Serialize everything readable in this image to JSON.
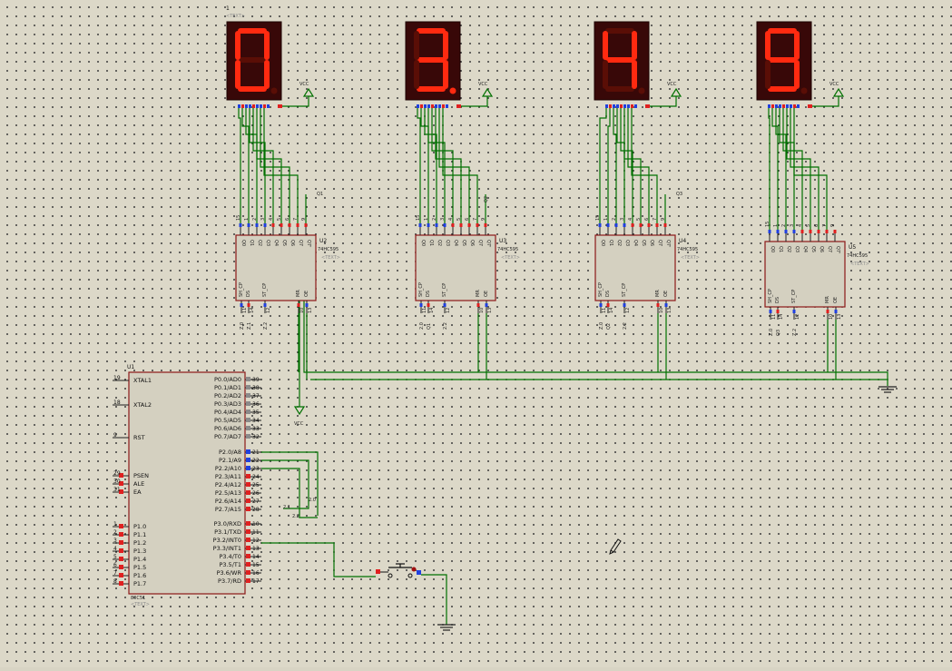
{
  "top_label": {
    "num": "1",
    "text": "<TEXT>"
  },
  "displays": [
    {
      "id": "D1",
      "digit": "0",
      "dot": false,
      "vcc": "VCC"
    },
    {
      "id": "D2",
      "digit": "3",
      "dot": true,
      "vcc": "VCC"
    },
    {
      "id": "D3",
      "digit": "4",
      "dot": false,
      "vcc": "VCC"
    },
    {
      "id": "D4",
      "digit": "9",
      "dot": false,
      "vcc": "VCC"
    }
  ],
  "shift_registers": [
    {
      "ref": "U2",
      "part": "74HC595",
      "text": "<TEXT>",
      "q_label": "Q1",
      "q_label_vertical": false,
      "top_pins": [
        "15",
        "1",
        "2",
        "3",
        "4",
        "5",
        "6",
        "7",
        "9"
      ],
      "out_labels": [
        "Q0",
        "Q1",
        "Q2",
        "Q3",
        "Q4",
        "Q5",
        "Q6",
        "Q7",
        "Q7'"
      ],
      "in_labels": [
        "SH_CP",
        "DS",
        "ST_CP",
        "MR",
        "OE"
      ],
      "bot_pins": [
        "11",
        "14",
        "12",
        "10",
        "13"
      ],
      "net_labels": [
        "Z.0",
        "Z.1",
        "Z.2"
      ]
    },
    {
      "ref": "U3",
      "part": "74HC595",
      "text": "<TEXT>",
      "q_label": "Q2",
      "q_label_vertical": true,
      "top_pins": [
        "15",
        "1",
        "2",
        "3",
        "4",
        "5",
        "6",
        "7",
        "9"
      ],
      "out_labels": [
        "Q0",
        "Q1",
        "Q2",
        "Q3",
        "Q4",
        "Q5",
        "Q6",
        "Q7",
        "Q7'"
      ],
      "in_labels": [
        "SH_CP",
        "DS",
        "ST_CP",
        "MR",
        "OE"
      ],
      "bot_pins": [
        "11",
        "14",
        "12",
        "10",
        "13"
      ],
      "net_labels": [
        "2.0",
        "Q1",
        "2.2"
      ]
    },
    {
      "ref": "U4",
      "part": "74HC595",
      "text": "<TEXT>",
      "q_label": "Q3",
      "q_label_vertical": false,
      "top_pins": [
        "15",
        "1",
        "2",
        "3",
        "4",
        "5",
        "6",
        "7",
        "9"
      ],
      "out_labels": [
        "Q0",
        "Q1",
        "Q2",
        "Q3",
        "Q4",
        "Q5",
        "Q6",
        "Q7",
        "Q7'"
      ],
      "in_labels": [
        "SH_CP",
        "DS",
        "ST_CP",
        "MR",
        "OE"
      ],
      "bot_pins": [
        "11",
        "14",
        "12",
        "10",
        "13"
      ],
      "net_labels": [
        "Z.0",
        "Q2",
        "2.2"
      ]
    },
    {
      "ref": "U5",
      "part": "74HC595",
      "text": "<TEXT>",
      "q_label": "",
      "q_label_vertical": false,
      "top_pins": [
        "15",
        "1",
        "2",
        "3",
        "4",
        "5",
        "6",
        "7",
        "9"
      ],
      "out_labels": [
        "Q0",
        "Q1",
        "Q2",
        "Q3",
        "Q4",
        "Q5",
        "Q6",
        "Q7",
        "Q7'"
      ],
      "in_labels": [
        "SH_CP",
        "DS",
        "ST_CP",
        "MR",
        "OE"
      ],
      "bot_pins": [
        "11",
        "14",
        "12",
        "10",
        "13"
      ],
      "net_labels": [
        "Z.0",
        "Q3",
        "Z.2"
      ]
    }
  ],
  "mcu": {
    "ref": "U1",
    "part": "80C51",
    "text": "<TEXT>",
    "left_pins": [
      {
        "num": "19",
        "name": "XTAL1"
      },
      {
        "num": "18",
        "name": "XTAL2"
      },
      {
        "num": "9",
        "name": "RST"
      },
      {
        "num": "29",
        "name": "PSEN"
      },
      {
        "num": "30",
        "name": "ALE"
      },
      {
        "num": "31",
        "name": "EA"
      },
      {
        "num": "1",
        "name": "P1.0"
      },
      {
        "num": "2",
        "name": "P1.1"
      },
      {
        "num": "3",
        "name": "P1.2"
      },
      {
        "num": "4",
        "name": "P1.3"
      },
      {
        "num": "5",
        "name": "P1.4"
      },
      {
        "num": "6",
        "name": "P1.5"
      },
      {
        "num": "7",
        "name": "P1.6"
      },
      {
        "num": "8",
        "name": "P1.7"
      }
    ],
    "right_pins": [
      {
        "num": "39",
        "name": "P0.0/AD0"
      },
      {
        "num": "38",
        "name": "P0.1/AD1"
      },
      {
        "num": "37",
        "name": "P0.2/AD2"
      },
      {
        "num": "36",
        "name": "P0.3/AD3"
      },
      {
        "num": "35",
        "name": "P0.4/AD4"
      },
      {
        "num": "34",
        "name": "P0.5/AD5"
      },
      {
        "num": "33",
        "name": "P0.6/AD6"
      },
      {
        "num": "32",
        "name": "P0.7/AD7"
      },
      {
        "num": "21",
        "name": "P2.0/A8"
      },
      {
        "num": "22",
        "name": "P2.1/A9"
      },
      {
        "num": "23",
        "name": "P2.2/A10"
      },
      {
        "num": "24",
        "name": "P2.3/A11"
      },
      {
        "num": "25",
        "name": "P2.4/A12"
      },
      {
        "num": "26",
        "name": "P2.5/A13"
      },
      {
        "num": "27",
        "name": "P2.6/A14"
      },
      {
        "num": "28",
        "name": "P2.7/A15"
      },
      {
        "num": "10",
        "name": "P3.0/RXD"
      },
      {
        "num": "11",
        "name": "P3.1/TXD"
      },
      {
        "num": "12",
        "name": "P3.2/INT0"
      },
      {
        "num": "13",
        "name": "P3.3/INT1"
      },
      {
        "num": "14",
        "name": "P3.4/T0"
      },
      {
        "num": "15",
        "name": "P3.5/T1"
      },
      {
        "num": "16",
        "name": "P3.6/WR"
      },
      {
        "num": "17",
        "name": "P3.7/RD"
      }
    ]
  },
  "net_labels": {
    "p20": "2.0",
    "p21": "2.1",
    "p22": "2.2",
    "vcc": "VCC"
  },
  "colors": {
    "segment_on": "#ff2a10",
    "segment_off": "#5a0e06",
    "display_bg": "#380808",
    "wire": "#007000",
    "chip_border": "#8c1818",
    "pin_red": "#e02020",
    "pin_blue": "#2040e0"
  }
}
